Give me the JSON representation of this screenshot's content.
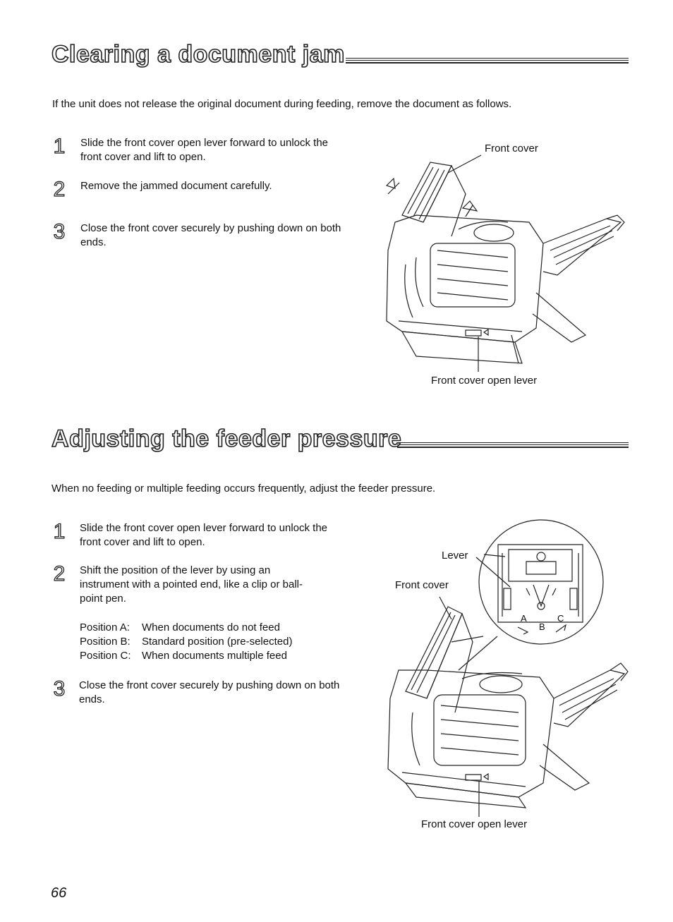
{
  "section1": {
    "title": "Clearing a document jam",
    "intro": "If the unit does not release the original document during feeding, remove the document as follows.",
    "steps": [
      {
        "num": "1",
        "text": "Slide the front cover open lever forward to unlock the front cover and lift to open."
      },
      {
        "num": "2",
        "text": "Remove the jammed document carefully."
      },
      {
        "num": "3",
        "text": "Close the front cover securely by pushing down on both ends."
      }
    ],
    "figure": {
      "label_top": "Front cover",
      "label_bottom": "Front cover open lever"
    }
  },
  "section2": {
    "title": "Adjusting the feeder pressure",
    "intro": "When no feeding or multiple feeding occurs frequently, adjust the feeder pressure.",
    "steps": [
      {
        "num": "1",
        "text": "Slide the front cover open lever forward to unlock the front cover and lift to open."
      },
      {
        "num": "2",
        "text": "Shift the position of the lever by using an instrument with a pointed end, like a clip or ball-point pen."
      },
      {
        "num": "3",
        "text": "Close the front cover securely by pushing down on both ends."
      }
    ],
    "positions": [
      {
        "key": "Position A:",
        "desc": "When documents do not feed"
      },
      {
        "key": "Position B:",
        "desc": "Standard position (pre-selected)"
      },
      {
        "key": "Position C:",
        "desc": "When documents multiple feed"
      }
    ],
    "figure": {
      "label_lever": "Lever",
      "label_cover": "Front cover",
      "label_bottom": "Front cover open lever",
      "inset_a": "A",
      "inset_b": "B",
      "inset_c": "C"
    }
  },
  "page_number": "66"
}
